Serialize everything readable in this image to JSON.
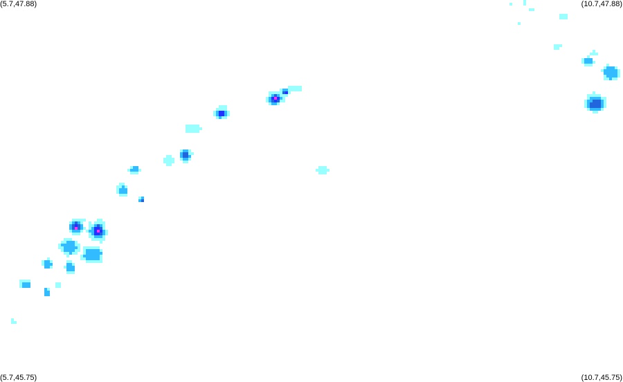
{
  "map": {
    "corners": {
      "top_left": "(5.7,47.88)",
      "top_right": "(10.7,47.88)",
      "bottom_left": "(5.7,45.75)",
      "bottom_right": "(10.7,45.75)"
    },
    "colors": {
      "background": "#ffffff",
      "light": "#99ffff",
      "moderate": "#33bbff",
      "heavy": "#2266dd",
      "very_heavy": "#2233ff",
      "extreme": "#ff33ff"
    }
  }
}
